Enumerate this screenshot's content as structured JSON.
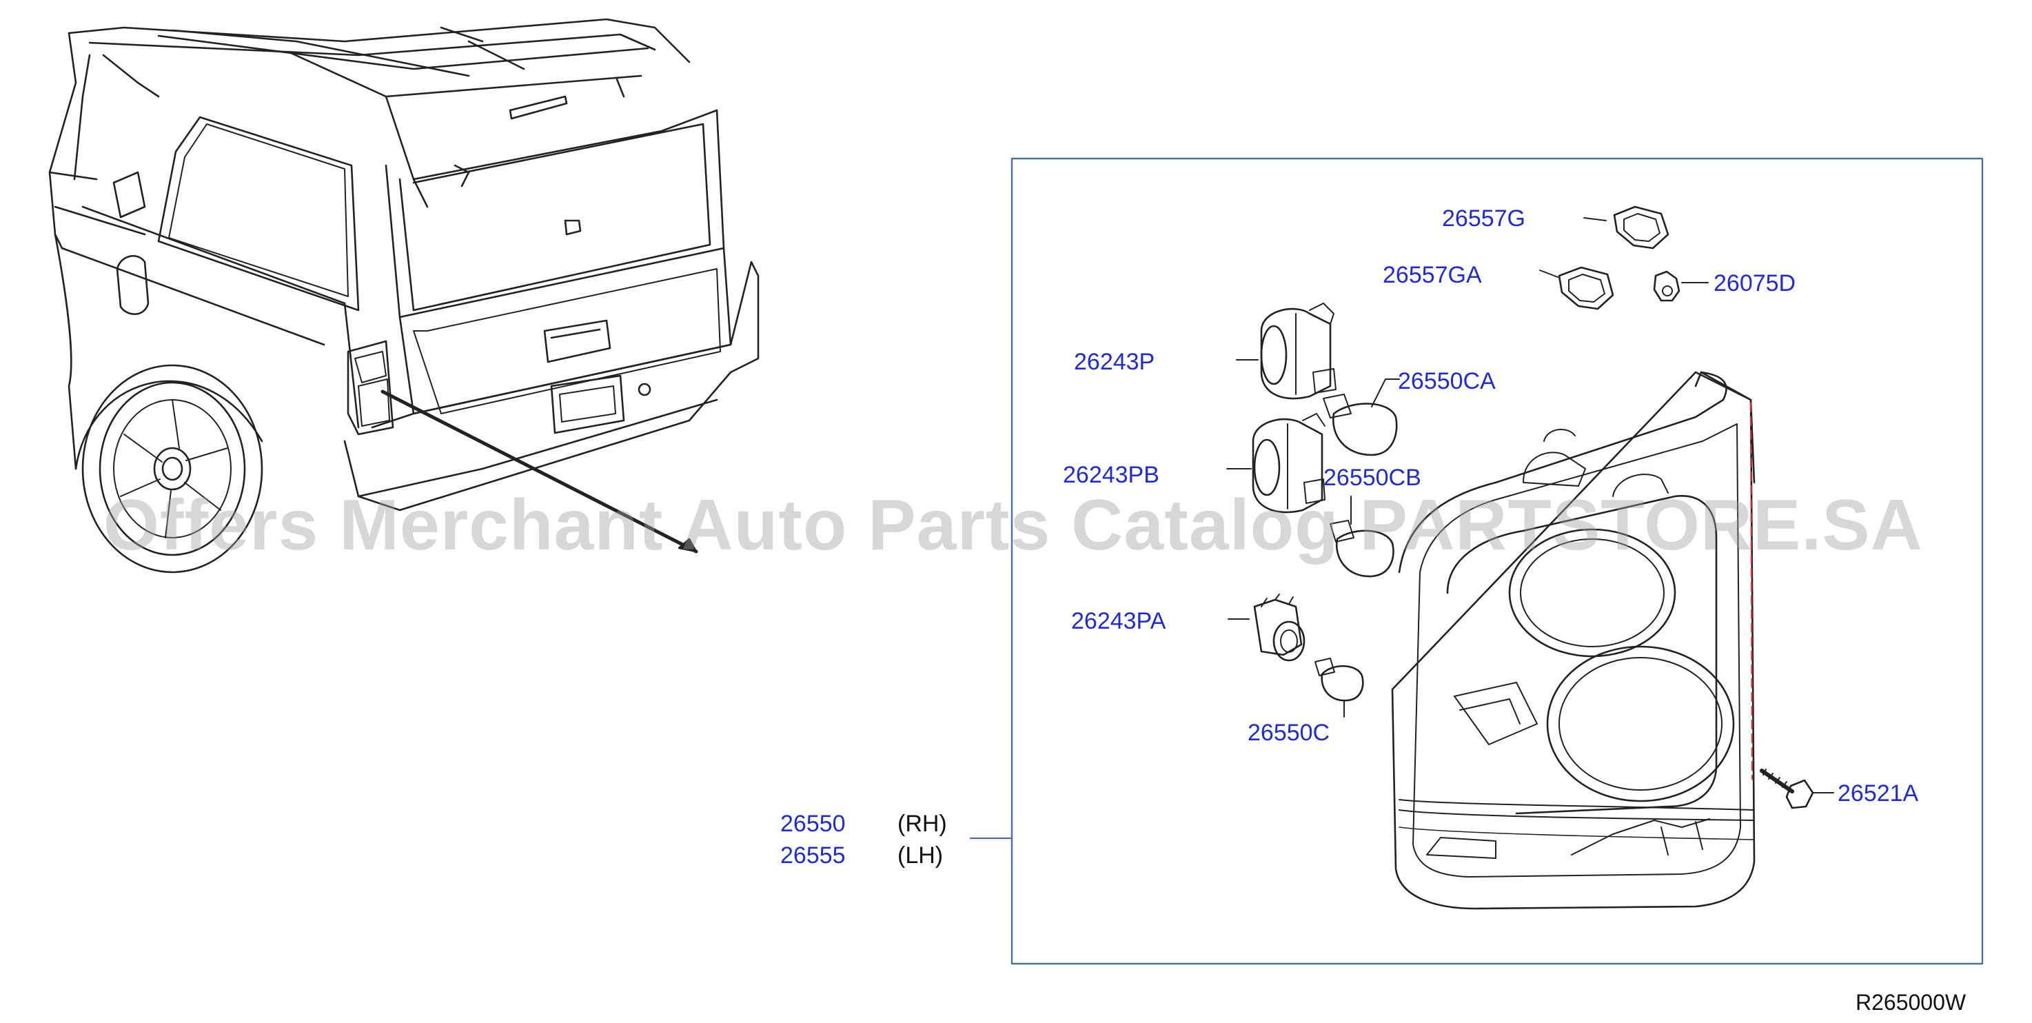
{
  "diagram": {
    "callouts": [
      {
        "id": "26557G",
        "text": "26557G"
      },
      {
        "id": "26557GA",
        "text": "26557GA"
      },
      {
        "id": "26075D",
        "text": "26075D"
      },
      {
        "id": "26243P",
        "text": "26243P"
      },
      {
        "id": "26550CA",
        "text": "26550CA"
      },
      {
        "id": "26243PB",
        "text": "26243PB"
      },
      {
        "id": "26550CB",
        "text": "26550CB"
      },
      {
        "id": "26243PA",
        "text": "26243PA"
      },
      {
        "id": "26550C",
        "text": "26550C"
      },
      {
        "id": "26521A",
        "text": "26521A"
      }
    ],
    "assembly": {
      "rh_part": "26550",
      "rh_side": "(RH)",
      "lh_part": "26555",
      "lh_side": "(LH)"
    },
    "drawing_code": "R265000W",
    "watermark": "Offers Merchant Auto Parts Catalog PARTSTORE.SA",
    "colors": {
      "label": "#1f2bd6",
      "line_art": "#222222",
      "frame": "#4a6fa5",
      "dashed_guide": "#e0303a",
      "watermark": "#a0a0a0"
    }
  }
}
